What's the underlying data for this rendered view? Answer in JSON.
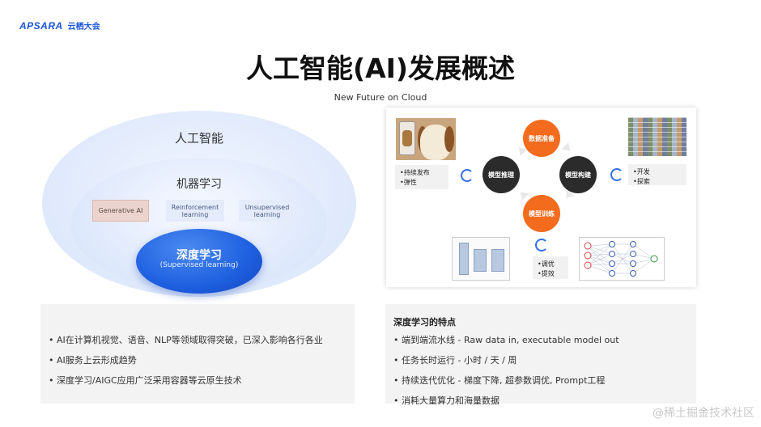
{
  "header": {
    "logo_brand": "APSARA",
    "logo_cn": "云栖大会",
    "title": "人工智能(AI)发展概述",
    "subtitle": "New Future on Cloud"
  },
  "ai_diagram": {
    "outer_label": "人工智能",
    "middle_label": "机器学习",
    "inner_label": "深度学习",
    "inner_sublabel": "(Supervised learning)",
    "chips": {
      "generative": "Generative AI",
      "reinforcement": "Reinforcement learning",
      "unsupervised": "Unsupervised learning"
    }
  },
  "flow": {
    "nodes": {
      "data_prep": "数据准备",
      "model_build": "模型构建",
      "model_train": "模型训练",
      "model_infer": "模型推理"
    },
    "cards": {
      "left": [
        "•持续发布",
        "•弹性"
      ],
      "right": [
        "•开发",
        "•探索"
      ],
      "bottom": [
        "•调优",
        "•提效"
      ]
    }
  },
  "left_panel": {
    "items": [
      "AI在计算机视觉、语音、NLP等领域取得突破，已深入影响各行各业",
      "AI服务上云形成趋势",
      "深度学习/AIGC应用广泛采用容器等云原生技术"
    ]
  },
  "right_panel": {
    "title": "深度学习的特点",
    "items": [
      "端到端流水线 - Raw data in, executable model out",
      "任务长时运行 - 小时 / 天 / 周",
      "持续迭代优化 - 梯度下降, 超参数调优, Prompt工程",
      "消耗大量算力和海量数据"
    ]
  },
  "watermark": "@稀土掘金技术社区",
  "colors": {
    "accent": "#1a56d8",
    "orange": "#f36c1e",
    "dark_node": "#2b2b2b"
  }
}
